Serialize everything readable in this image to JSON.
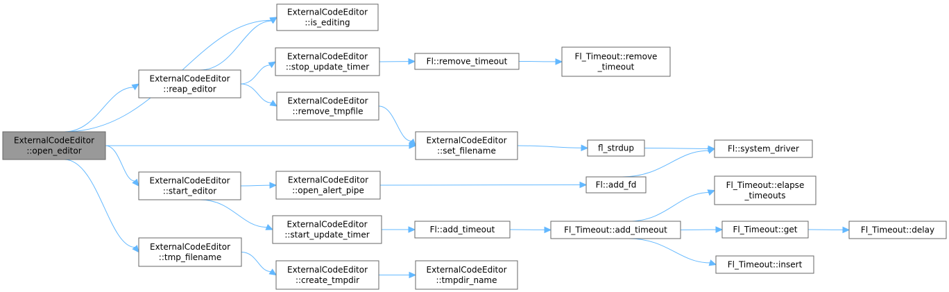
{
  "diagram": {
    "type": "call-graph",
    "colors": {
      "root_fill": "#999999",
      "node_fill": "#ffffff",
      "node_border": "#666666",
      "edge": "#63b8ff",
      "text": "#000000"
    },
    "nodes": [
      {
        "id": "open_editor",
        "lines": [
          "ExternalCodeEditor",
          "::open_editor"
        ],
        "root": true
      },
      {
        "id": "is_editing",
        "lines": [
          "ExternalCodeEditor",
          "::is_editing"
        ]
      },
      {
        "id": "reap_editor",
        "lines": [
          "ExternalCodeEditor",
          "::reap_editor"
        ]
      },
      {
        "id": "stop_update_timer",
        "lines": [
          "ExternalCodeEditor",
          "::stop_update_timer"
        ]
      },
      {
        "id": "remove_tmpfile",
        "lines": [
          "ExternalCodeEditor",
          "::remove_tmpfile"
        ]
      },
      {
        "id": "fl_remove_timeout",
        "lines": [
          "Fl::remove_timeout"
        ]
      },
      {
        "id": "fl_timeout_remove_timeout",
        "lines": [
          "Fl_Timeout::remove",
          "_timeout"
        ]
      },
      {
        "id": "set_filename",
        "lines": [
          "ExternalCodeEditor",
          "::set_filename"
        ]
      },
      {
        "id": "fl_strdup",
        "lines": [
          "fl_strdup"
        ]
      },
      {
        "id": "system_driver",
        "lines": [
          "Fl::system_driver"
        ]
      },
      {
        "id": "start_editor",
        "lines": [
          "ExternalCodeEditor",
          "::start_editor"
        ]
      },
      {
        "id": "open_alert_pipe",
        "lines": [
          "ExternalCodeEditor",
          "::open_alert_pipe"
        ]
      },
      {
        "id": "fl_add_fd",
        "lines": [
          "Fl::add_fd"
        ]
      },
      {
        "id": "start_update_timer",
        "lines": [
          "ExternalCodeEditor",
          "::start_update_timer"
        ]
      },
      {
        "id": "fl_add_timeout",
        "lines": [
          "Fl::add_timeout"
        ]
      },
      {
        "id": "fl_timeout_add_timeout",
        "lines": [
          "Fl_Timeout::add_timeout"
        ]
      },
      {
        "id": "elapse_timeouts",
        "lines": [
          "Fl_Timeout::elapse",
          "_timeouts"
        ]
      },
      {
        "id": "fl_timeout_get",
        "lines": [
          "Fl_Timeout::get"
        ]
      },
      {
        "id": "fl_timeout_delay",
        "lines": [
          "Fl_Timeout::delay"
        ]
      },
      {
        "id": "fl_timeout_insert",
        "lines": [
          "Fl_Timeout::insert"
        ]
      },
      {
        "id": "tmp_filename",
        "lines": [
          "ExternalCodeEditor",
          "::tmp_filename"
        ]
      },
      {
        "id": "create_tmpdir",
        "lines": [
          "ExternalCodeEditor",
          "::create_tmpdir"
        ]
      },
      {
        "id": "tmpdir_name",
        "lines": [
          "ExternalCodeEditor",
          "::tmpdir_name"
        ]
      }
    ],
    "edges": [
      {
        "from": "open_editor",
        "to": "is_editing"
      },
      {
        "from": "open_editor",
        "to": "reap_editor"
      },
      {
        "from": "open_editor",
        "to": "set_filename"
      },
      {
        "from": "open_editor",
        "to": "start_editor"
      },
      {
        "from": "open_editor",
        "to": "tmp_filename"
      },
      {
        "from": "reap_editor",
        "to": "is_editing"
      },
      {
        "from": "reap_editor",
        "to": "stop_update_timer"
      },
      {
        "from": "reap_editor",
        "to": "remove_tmpfile"
      },
      {
        "from": "stop_update_timer",
        "to": "fl_remove_timeout"
      },
      {
        "from": "fl_remove_timeout",
        "to": "fl_timeout_remove_timeout"
      },
      {
        "from": "remove_tmpfile",
        "to": "set_filename"
      },
      {
        "from": "set_filename",
        "to": "fl_strdup"
      },
      {
        "from": "fl_strdup",
        "to": "system_driver"
      },
      {
        "from": "start_editor",
        "to": "open_alert_pipe"
      },
      {
        "from": "start_editor",
        "to": "start_update_timer"
      },
      {
        "from": "open_alert_pipe",
        "to": "fl_add_fd"
      },
      {
        "from": "fl_add_fd",
        "to": "system_driver"
      },
      {
        "from": "start_update_timer",
        "to": "fl_add_timeout"
      },
      {
        "from": "fl_add_timeout",
        "to": "fl_timeout_add_timeout"
      },
      {
        "from": "fl_timeout_add_timeout",
        "to": "elapse_timeouts"
      },
      {
        "from": "fl_timeout_add_timeout",
        "to": "fl_timeout_get"
      },
      {
        "from": "fl_timeout_add_timeout",
        "to": "fl_timeout_insert"
      },
      {
        "from": "fl_timeout_get",
        "to": "fl_timeout_delay"
      },
      {
        "from": "tmp_filename",
        "to": "create_tmpdir"
      },
      {
        "from": "create_tmpdir",
        "to": "tmpdir_name"
      }
    ]
  }
}
